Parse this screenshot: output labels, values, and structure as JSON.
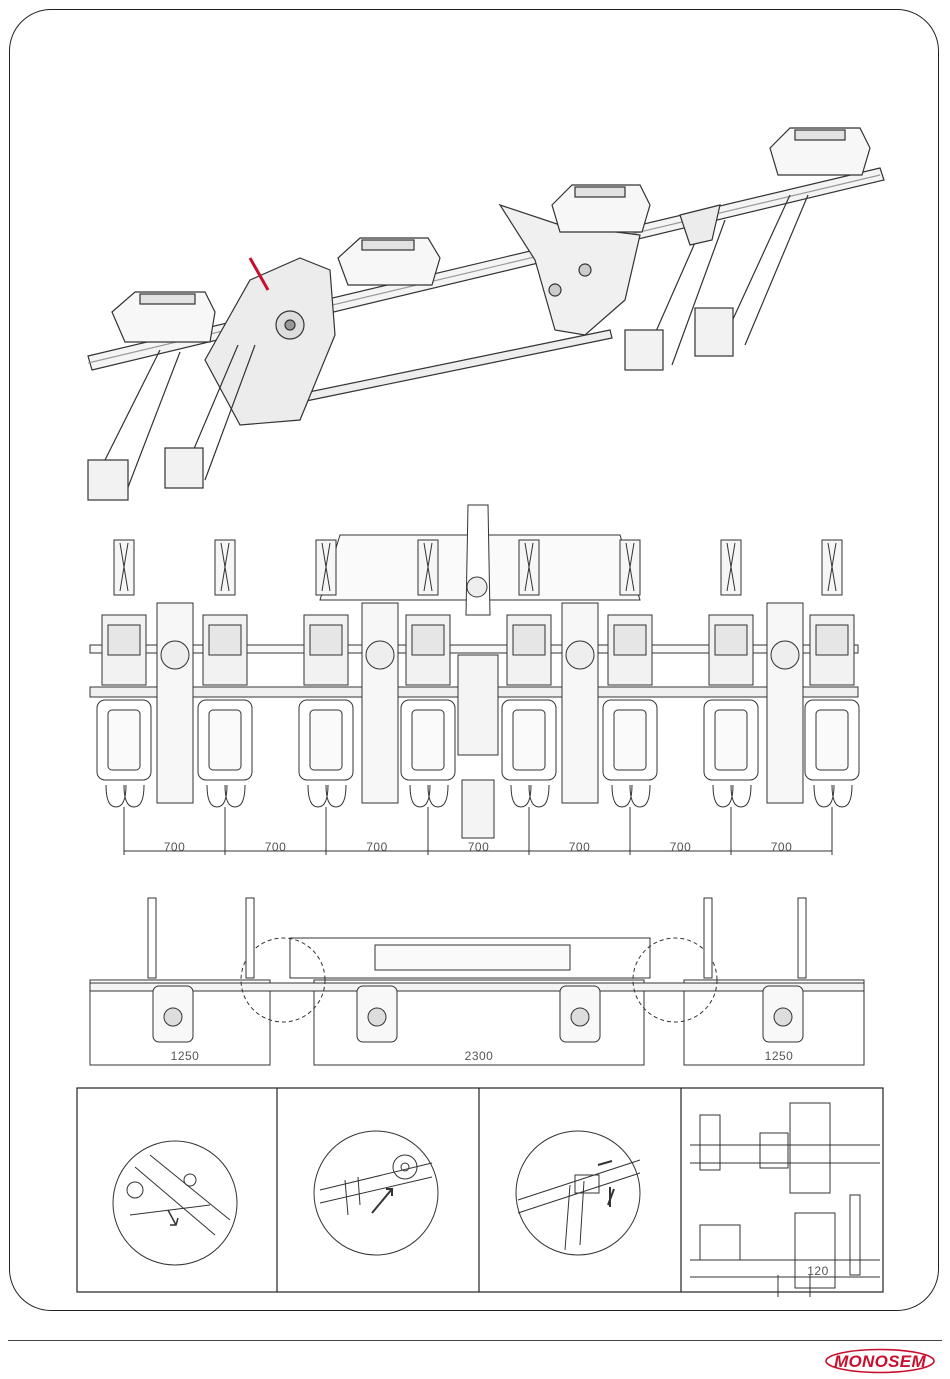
{
  "spacing": {
    "row_gap_labels": [
      "700",
      "700",
      "700",
      "700",
      "700",
      "700",
      "700"
    ]
  },
  "frame_widths": {
    "left": "1250",
    "center": "2300",
    "right": "1250"
  },
  "detail": {
    "offset_label": "120"
  },
  "brand": {
    "logo_text": "MONOSEM",
    "color": "#c8102e"
  }
}
